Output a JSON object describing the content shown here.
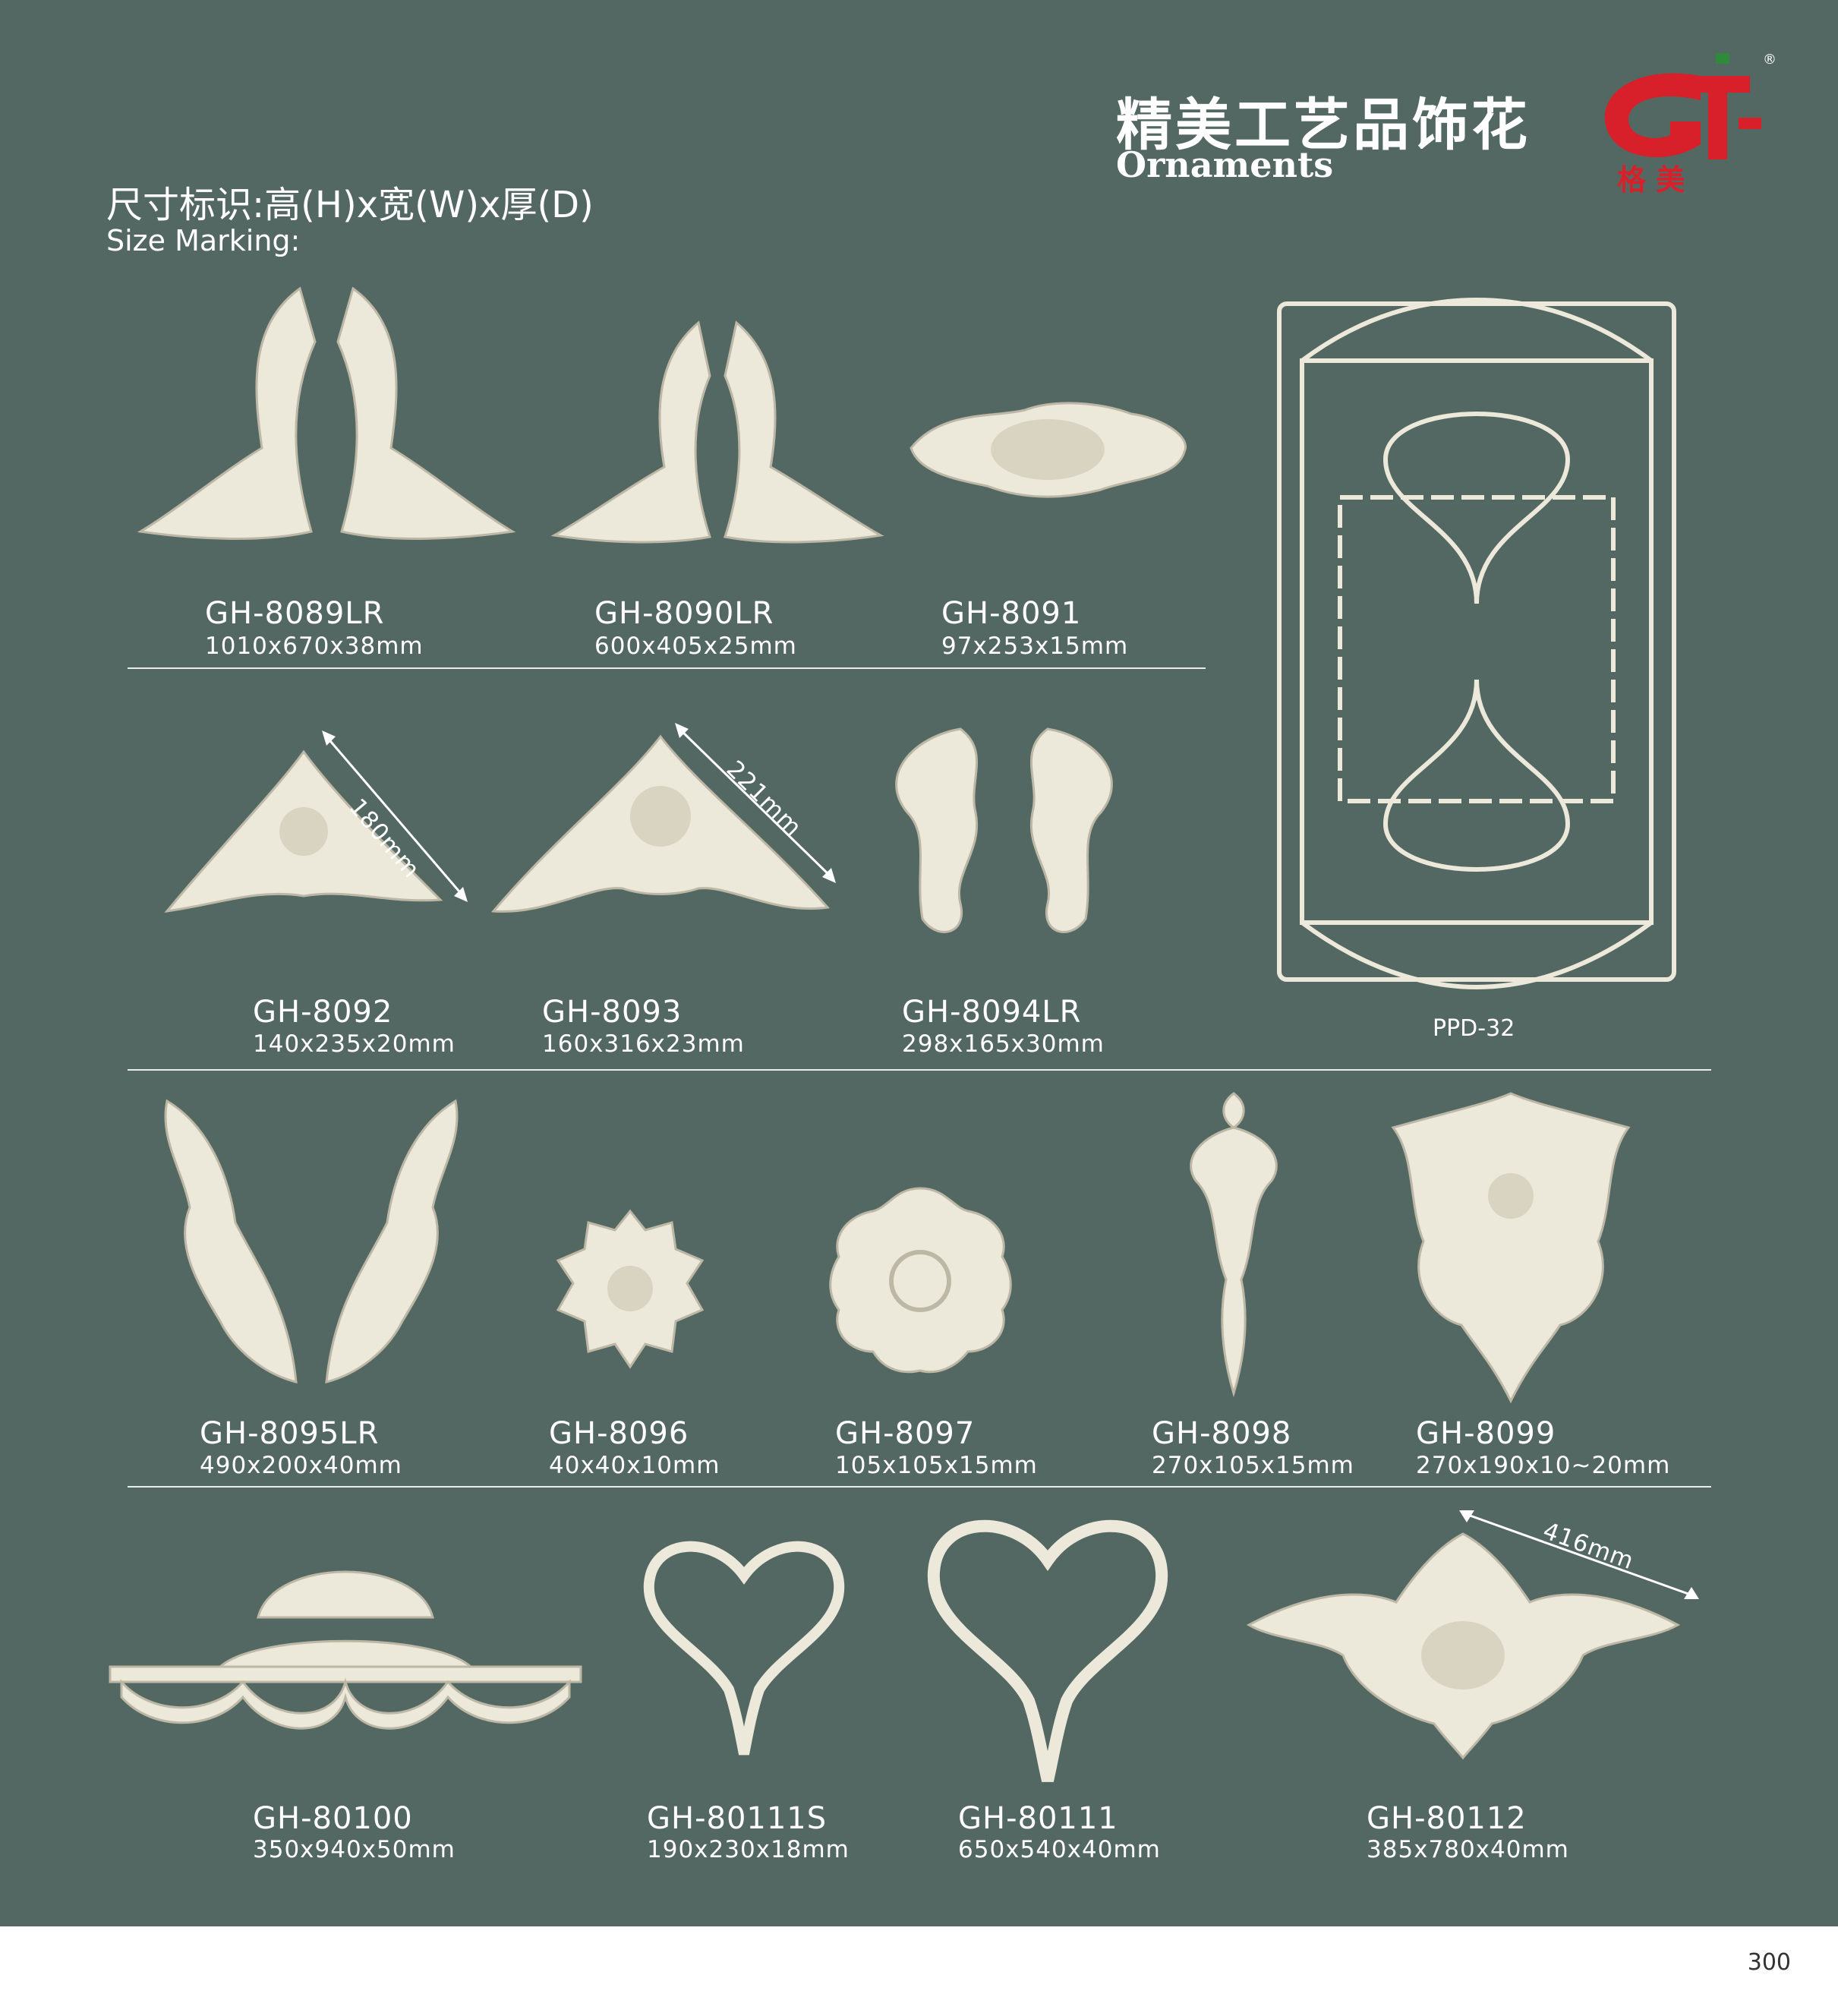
{
  "header": {
    "title_cn": "精美工艺品饰花",
    "title_en": "Ornaments",
    "size_marking_cn": "尺寸标识:高(H)x宽(W)x厚(D)",
    "size_marking_en": "Size Marking:",
    "logo_text": "格 美",
    "logo_registered": "®"
  },
  "products": [
    {
      "code": "GH-8089LR",
      "size": "1010x670x38mm"
    },
    {
      "code": "GH-8090LR",
      "size": "600x405x25mm"
    },
    {
      "code": "GH-8091",
      "size": "97x253x15mm"
    },
    {
      "code": "GH-8092",
      "size": "140x235x20mm"
    },
    {
      "code": "GH-8093",
      "size": "160x316x23mm"
    },
    {
      "code": "GH-8094LR",
      "size": "298x165x30mm"
    },
    {
      "code": "GH-8095LR",
      "size": "490x200x40mm"
    },
    {
      "code": "GH-8096",
      "size": "40x40x10mm"
    },
    {
      "code": "GH-8097",
      "size": "105x105x15mm"
    },
    {
      "code": "GH-8098",
      "size": "270x105x15mm"
    },
    {
      "code": "GH-8099",
      "size": "270x190x10~20mm"
    },
    {
      "code": "GH-80100",
      "size": "350x940x50mm"
    },
    {
      "code": "GH-80111S",
      "size": "190x230x18mm"
    },
    {
      "code": "GH-80111",
      "size": "650x540x40mm"
    },
    {
      "code": "GH-80112",
      "size": "385x780x40mm"
    }
  ],
  "panel_product": {
    "code": "PPD-32"
  },
  "measurements": {
    "m8092": "180mm",
    "m8093": "221mm",
    "m80112": "416mm"
  },
  "page_number": "300",
  "colors": {
    "background": "#546863",
    "ornament": "#ece8da",
    "logo_red": "#d8202a",
    "logo_green": "#2e8b3c"
  }
}
